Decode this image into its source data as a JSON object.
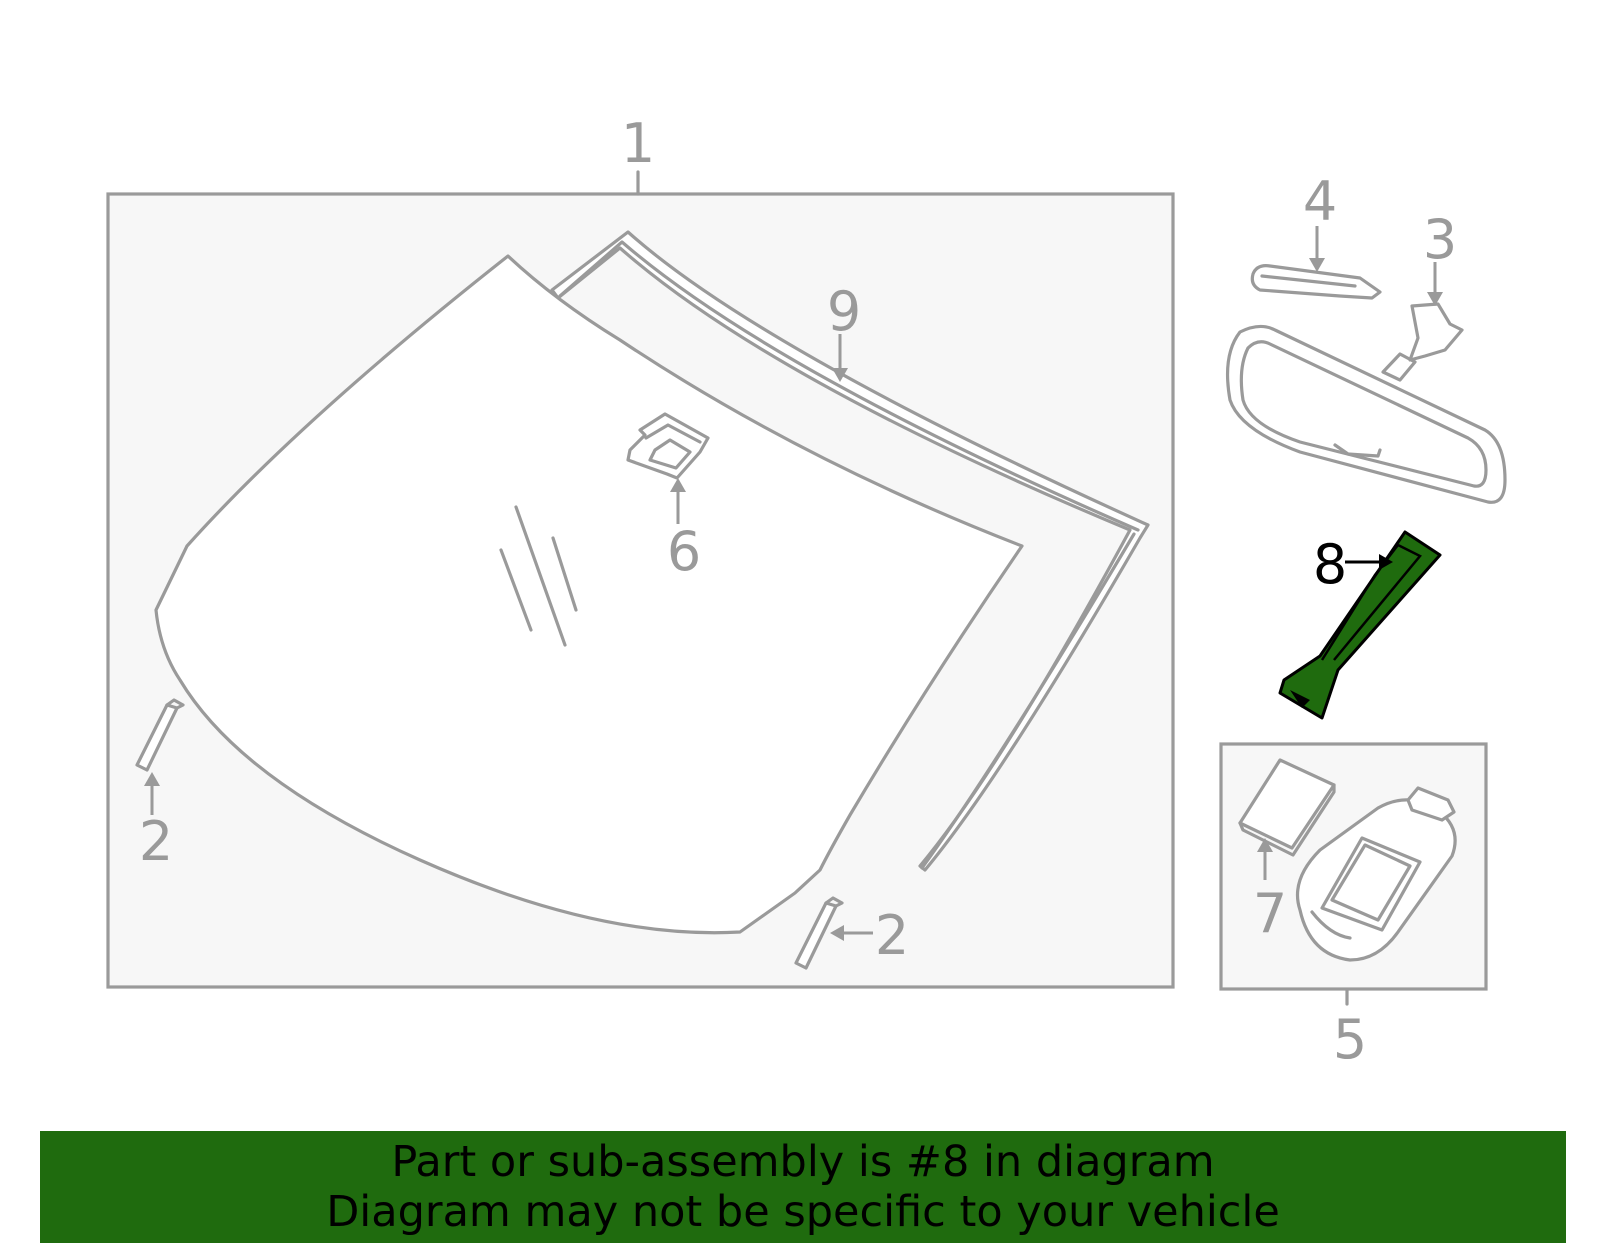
{
  "callouts": {
    "c1": "1",
    "c2a": "2",
    "c2b": "2",
    "c3": "3",
    "c4": "4",
    "c5": "5",
    "c6": "6",
    "c7": "7",
    "c8": "8",
    "c9": "9"
  },
  "highlight": {
    "part_number": "8",
    "color": "#1f6b0e"
  },
  "banner": {
    "line1": "Part or sub-assembly is #8 in diagram",
    "line2": "Diagram may not be specific to your vehicle",
    "background": "#1f6b0e"
  }
}
